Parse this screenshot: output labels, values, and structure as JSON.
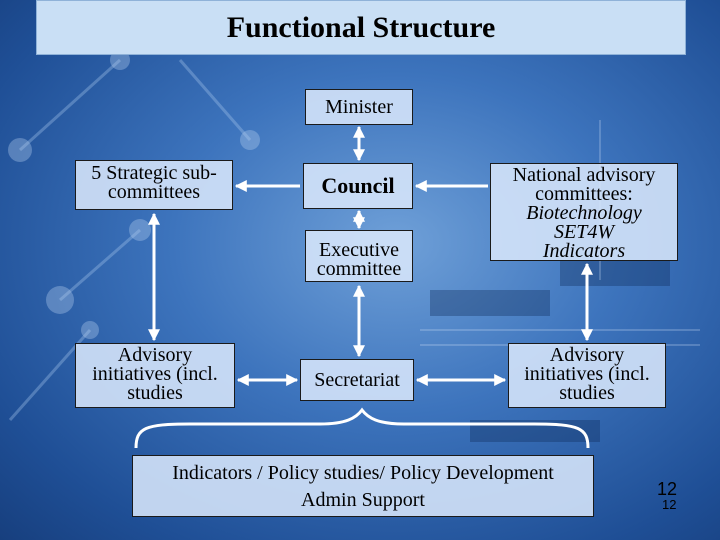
{
  "title": "Functional Structure",
  "nodes": {
    "minister": [
      "Minister"
    ],
    "strategic": [
      "5 Strategic sub-",
      "committees"
    ],
    "council": [
      "Council"
    ],
    "executive": [
      "Executive",
      "committee"
    ],
    "national": {
      "lines": [
        "National advisory",
        "committees:"
      ],
      "italic_lines": [
        "Biotechnology",
        "SET4W",
        "Indicators"
      ]
    },
    "advisory_left": [
      "Advisory",
      "initiatives (incl.",
      "studies"
    ],
    "secretariat": [
      "Secretariat"
    ],
    "advisory_right": [
      "Advisory",
      "initiatives (incl.",
      "studies"
    ],
    "indicators": [
      "Indicators / Policy studies/ Policy Development",
      "Admin Support"
    ]
  },
  "page_number": "12",
  "page_number_small": "12",
  "colors": {
    "box_fill": "#d7e6fa",
    "title_fill": "#c9dff5",
    "arrow": "#ffffff",
    "background": "#3d74bd"
  }
}
